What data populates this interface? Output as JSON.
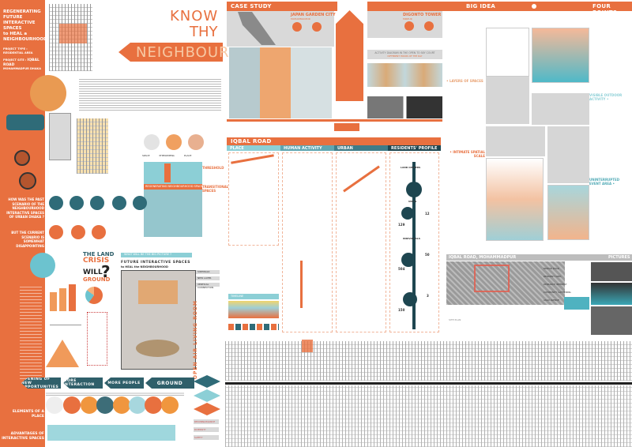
{
  "left_panel": {
    "title_lines": [
      "REGENERATING",
      "FUTURE",
      "INTERACTIVE",
      "SPACES"
    ],
    "title_heal": "to HEAL a",
    "title_end": "NEIGHBOURHOOD",
    "project_type_label": "PROJECT TYPE :",
    "project_type": "RESIDENTIAL AREA",
    "project_site_label": "PROJECT SITE :",
    "project_site": "IQBAL ROAD",
    "project_site_sub": "MOHAMMADPUR DHAKA",
    "question_past": "HOW WAS THE PAST SCENARIO OF THE NEIGHBOURHOOD INTERACTIVE SPACES OF URBAN DHAKA ?",
    "current": "BUT THE CURRENT SCENARIO IS SOMEWHAT DISAPPOINTING",
    "elements": "ELEMENTS OF A PLACE",
    "advantages": "ADVANTAGES OF INTERACTIVE SPACES"
  },
  "hero": {
    "know": "KNOW",
    "thy": "THY",
    "neighbour": "NEIGHBOUR"
  },
  "mid": {
    "space": "SPACE",
    "phenomena": "PHENOMENA",
    "place": "PLACE",
    "threshold": "THRESHOLD",
    "transitional": "TRANSITIONAL SPACES",
    "regen_banner": "REGENERATING NEIGHBOURHOOD SPACES",
    "land": "THE LAND",
    "crisis": "CRISIS",
    "will": "WILL",
    "ground": "GROUND",
    "big_picture_q": "WHAT WILL BE THE BIG PICTURE ?",
    "future_title": "FUTURE INTERACTIVE SPACES",
    "future_sub": "to HEAL the NEIGHBOURHOOD",
    "tags": [
      "SIDEWALK",
      "NEW LAYER",
      "VERTICAL CONNECTION"
    ],
    "open_air": "OPEN AIR LIVING ROOM",
    "ribbons": [
      "OPENING OF NEW OPPORTUNITIES",
      "MORE INTERACTION",
      "MORE PEOPLE",
      "GROUND"
    ],
    "right_tags": [
      "RECONNAISSANCE",
      "DIVERSITY",
      "SAFETY"
    ]
  },
  "case_study": {
    "header": "CASE STUDY",
    "site1": "JAPAN GARDEN CITY",
    "site1_sub": "MOHAMMADPUR",
    "site2": "DIGONTO TOWER",
    "site2_sub": "MIRPUR",
    "activity_title": "ACTIVITY DIAGRAM IN THE OPEN TO SKY COURT",
    "activity_sub": "DIFFERENT HOURS OF THE DAY"
  },
  "big_idea": {
    "header": "BIG IDEA",
    "header_right": "FOUR POINTS",
    "points": [
      "LAYERS OF SPACES",
      "VISIBLE OUTDOOR ACTIVITY",
      "INTIMATE SPATIAL SCALE",
      "UNINTERRUPTED EVENT AREA"
    ]
  },
  "iqbal": {
    "header": "IQBAL ROAD",
    "columns": [
      "PLACE",
      "HUMAN ACTIVITY",
      "URBAN MORPHOLOGY",
      "RESIDENTS' PROFILE"
    ],
    "timeline": "TIMELINE",
    "profile": [
      "LAND OWNERS",
      "UNITS",
      "12",
      "129",
      "INDIVIDUALS",
      "50",
      "504",
      "3",
      "150"
    ]
  },
  "site_map": {
    "header": "IQBAL ROAD, MOHAMMADPUR",
    "header_right": "PICTURES",
    "labels": [
      "MIRPUR ROAD",
      "RESIDENT AREA",
      "RESEARCH INTEREST",
      "COMMUNITY GATHERING",
      "ASAD AVENUE"
    ],
    "site_plan": "SITE PLAN"
  },
  "colors": {
    "orange": "#e8703f",
    "teal": "#2f6b78",
    "light_teal": "#8ccfd6",
    "navy": "#1e4650"
  }
}
